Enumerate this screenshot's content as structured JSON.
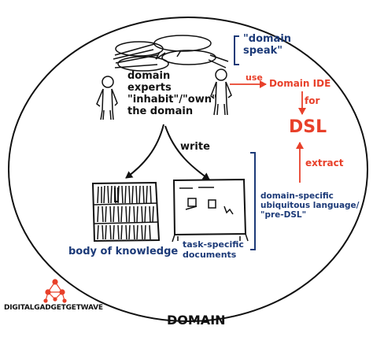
{
  "diagram": {
    "domain_speak": "\"domain\nspeak\"",
    "experts": "domain\nexperts\n\"inhabit\"/\"own\"\nthe domain",
    "write": "write",
    "use": "use",
    "domain_ide": "Domain IDE",
    "for": "for",
    "dsl": "DSL",
    "extract": "extract",
    "ubiquitous_language": "domain-specific\nubiquitous language/\n\"pre-DSL\"",
    "body_of_knowledge": "body of knowledge",
    "task_documents": "task-specific\ndocuments",
    "domain_title": "DOMAIN",
    "watermark": "DIGITALGADGETGETWAVE"
  },
  "colors": {
    "ink": "#111111",
    "red": "#e8402a",
    "blue": "#1c3a78"
  }
}
